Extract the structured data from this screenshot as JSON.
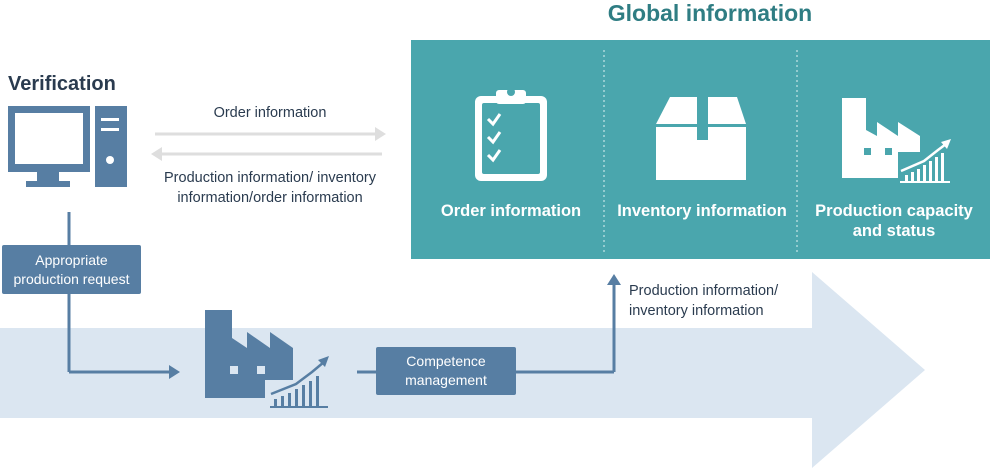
{
  "global": {
    "title": "Global information",
    "panels": [
      {
        "label": "Order information",
        "icon": "clipboard-checklist-icon"
      },
      {
        "label": "Inventory information",
        "icon": "box-icon"
      },
      {
        "label": "Production capacity and status",
        "icon": "factory-chart-icon"
      }
    ]
  },
  "verification": {
    "title": "Verification",
    "icon": "computer-icon"
  },
  "flows": {
    "to_global": "Order information",
    "from_global": "Production information/ inventory information/order information",
    "upward": "Production information/ inventory information"
  },
  "tags": {
    "request": "Appropriate production request",
    "competence": "Competence management"
  },
  "colors": {
    "panel_bg": "#4aa6ad",
    "icon_blue": "#577ea3",
    "band": "#dbe6f1",
    "arrow_grey": "#dedede",
    "title_teal": "#2f7d83"
  }
}
